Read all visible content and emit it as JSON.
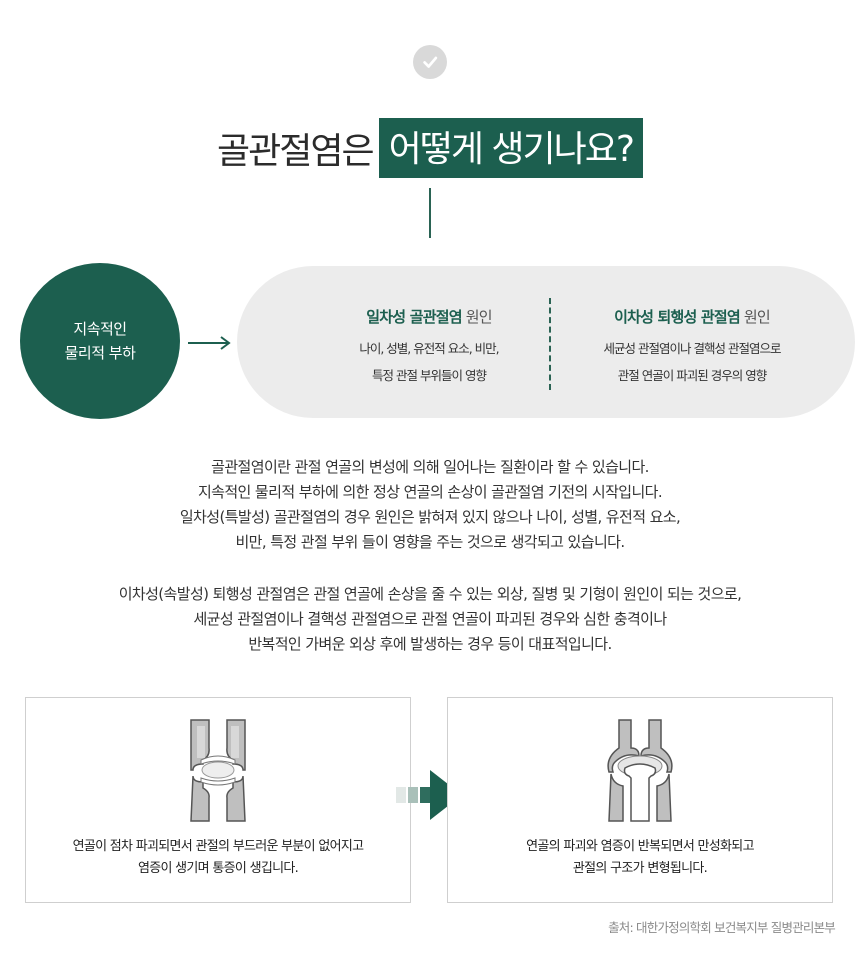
{
  "icons": {
    "top": "check-circle-icon"
  },
  "title": {
    "plain": "골관절염은",
    "highlight": "어떻게 생기나요?"
  },
  "cause_circle": {
    "line1": "지속적인",
    "line2": "물리적 부하"
  },
  "primary": {
    "head_green": "일차성 골관절염",
    "head_suffix": " 원인",
    "line1": "나이, 성별, 유전적 요소, 비만,",
    "line2": "특정 관절 부위들이 영향"
  },
  "secondary": {
    "head_green": "이차성 퇴행성 관절염",
    "head_suffix": " 원인",
    "line1": "세균성 관절염이나 결핵성 관절염으로",
    "line2": "관절 연골이 파괴된 경우의 영향"
  },
  "paragraph1": [
    "골관절염이란 관절 연골의 변성에 의해 일어나는 질환이라 할 수 있습니다.",
    "지속적인 물리적 부하에 의한 정상 연골의 손상이 골관절염 기전의 시작입니다.",
    "일차성(특발성) 골관절염의 경우 원인은  밝혀져 있지 않으나 나이, 성별, 유전적 요소,",
    "비만, 특정 관절 부위 들이 영향을 주는 것으로 생각되고 있습니다."
  ],
  "paragraph2": [
    "이차성(속발성) 퇴행성 관절염은 관절 연골에 손상을 줄 수 있는 외상, 질병 및 기형이 원인이 되는 것으로,",
    "세균성 관절염이나 결핵성 관절염으로 관절 연골이 파괴된 경우와 심한 충격이나",
    "반복적인 가벼운 외상 후에 발생하는 경우 등이 대표적입니다."
  ],
  "stage1": {
    "caption1": "연골이 점차 파괴되면서  관절의 부드러운 부분이 없어지고",
    "caption2": "염증이 생기며 통증이 생깁니다."
  },
  "stage2": {
    "caption1": "연골의 파괴와 염증이 반복되면서 만성화되고",
    "caption2": "관절의 구조가 변형됩니다."
  },
  "source": "출처: 대한가정의학회 보건복지부 질병관리본부",
  "colors": {
    "accent": "#1c5f4f",
    "pill_bg": "#ececec",
    "box_border": "#cfcfcf"
  }
}
